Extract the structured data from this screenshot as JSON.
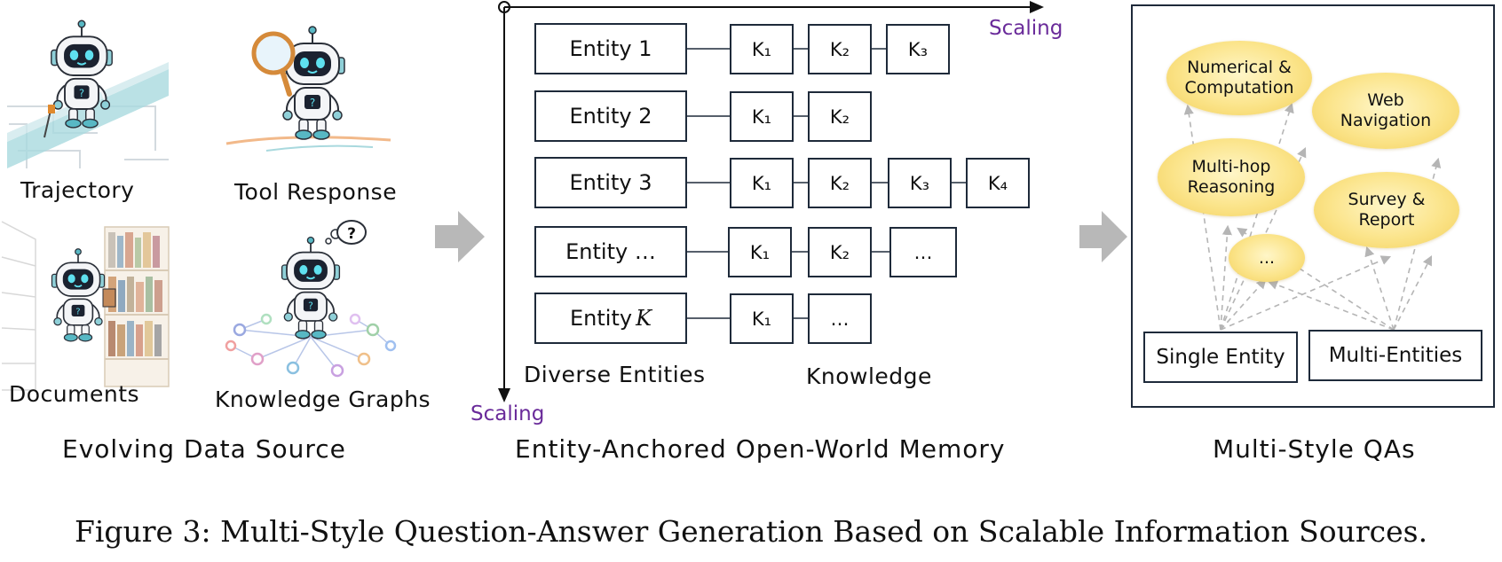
{
  "sources": {
    "trajectory": "Trajectory",
    "tool_response": "Tool Response",
    "documents": "Documents",
    "knowledge_graphs": "Knowledge Graphs",
    "section_title": "Evolving Data Source"
  },
  "memory": {
    "axis_x_label": "Scaling",
    "axis_y_label": "Scaling",
    "entities": [
      "Entity 1",
      "Entity 2",
      "Entity 3",
      "Entity …",
      "Entity "
    ],
    "entity_k_var": "K",
    "knowledge": [
      [
        "K₁",
        "K₂",
        "K₃"
      ],
      [
        "K₁",
        "K₂"
      ],
      [
        "K₁",
        "K₂",
        "K₃",
        "K₄"
      ],
      [
        "K₁",
        "K₂",
        "…"
      ],
      [
        "K₁",
        "…"
      ]
    ],
    "diverse_entities": "Diverse Entities",
    "knowledge_label": "Knowledge",
    "section_title": "Entity-Anchored Open-World Memory"
  },
  "qa": {
    "styles": {
      "numerical": "Numerical &\nComputation",
      "web": "Web\nNavigation",
      "multihop": "Multi-hop\nReasoning",
      "survey": "Survey &\nReport",
      "ellipsis": "..."
    },
    "single_entity": "Single Entity",
    "multi_entities": "Multi-Entities",
    "section_title": "Multi-Style QAs"
  },
  "caption": "Figure 3: Multi-Style Question-Answer Generation Based on Scalable Information Sources.",
  "colors": {
    "scaling_purple": "#6a2b9a",
    "box_border": "#1e2a3a",
    "ellipse_yellow": "#fbe48a",
    "arrow_gray": "#b8b8b8",
    "robot_teal": "#58b8c4"
  }
}
